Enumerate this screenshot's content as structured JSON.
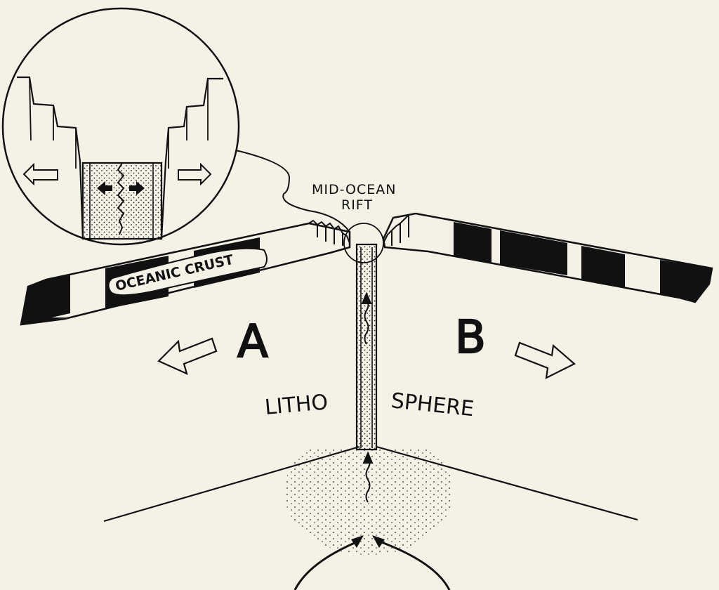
{
  "labels": {
    "rift_line1": "MID-OCEAN",
    "rift_line2": "RIFT",
    "crust": "OCEANIC CRUST",
    "plate_a": "A",
    "plate_b": "B",
    "litho": "LITHO",
    "sphere": "SPHERE"
  },
  "colors": {
    "ink": "#111111",
    "paper": "#f4f1e6"
  }
}
